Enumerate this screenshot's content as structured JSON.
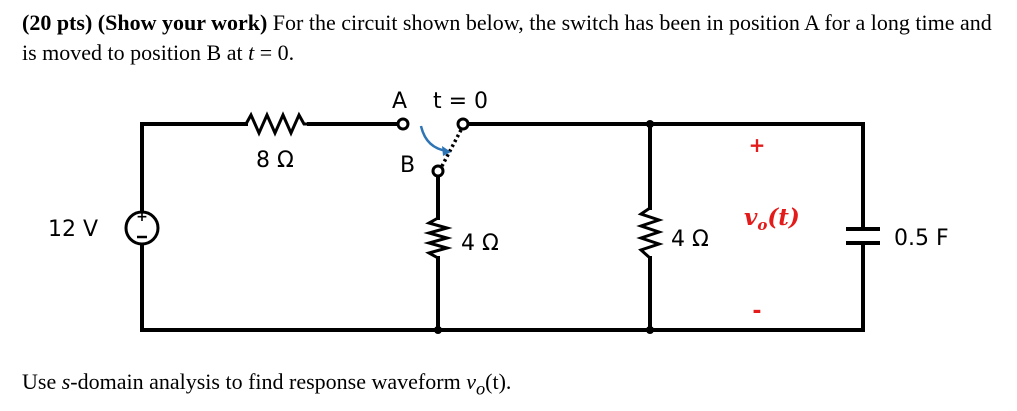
{
  "question": {
    "points": "(20 pts)",
    "show_work": "(Show your work)",
    "text_part1": " For the circuit shown below, the switch has been in position A for a long time and is moved to position B at ",
    "time_var": "t",
    "text_part2": " = 0."
  },
  "instruction": {
    "part1": "Use ",
    "s_var": "s",
    "part2": "-domain analysis to find response waveform ",
    "vo_var": "v",
    "vo_sub": "o",
    "vo_arg": "(t)."
  },
  "circuit": {
    "source_label": "12 V",
    "resistor_series_label": "8 Ω",
    "switch_pos_a": "A",
    "switch_time": "t = 0",
    "switch_pos_b": "B",
    "resistor_mid_label": "4 Ω",
    "resistor_right_label": "4 Ω",
    "output_plus": "+",
    "output_minus": "-",
    "output_label": "v",
    "output_sub": "o",
    "output_arg": "(t)",
    "capacitor_label": "0.5 F",
    "colors": {
      "wire": "#000000",
      "output_label": "#e41b1b",
      "switch_arrow": "#2e75b6"
    }
  }
}
